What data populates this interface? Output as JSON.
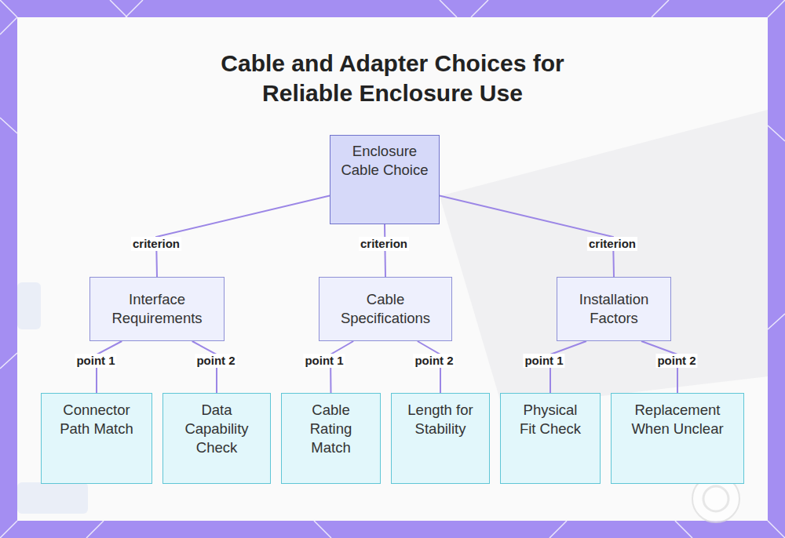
{
  "diagram": {
    "title": "Cable and Adapter Choices for Reliable Enclosure Use",
    "nodes": [
      {
        "text": [
          "Enclosure Cable Choice"
        ]
      },
      {
        "text": [
          "Interface Requirements"
        ]
      },
      {
        "text": [
          "Cable Specifications"
        ]
      },
      {
        "text": [
          "Installation Factors"
        ]
      },
      {
        "text": [
          "Connector Path Match"
        ]
      },
      {
        "text": [
          "Data Capability Check"
        ]
      },
      {
        "text": [
          "Cable Rating Match"
        ]
      },
      {
        "text": [
          "Length for Stability"
        ]
      },
      {
        "text": [
          "Physical Fit Check"
        ]
      },
      {
        "text": [
          "Replacement When Unclear"
        ]
      }
    ],
    "edges": [
      {
        "from": 0,
        "to": 1,
        "label": "criterion",
        "arrow": "none"
      },
      {
        "from": 0,
        "to": 2,
        "label": "criterion",
        "arrow": "none"
      },
      {
        "from": 0,
        "to": 3,
        "label": "criterion",
        "arrow": "none"
      },
      {
        "from": 1,
        "to": 4,
        "label": "point 1",
        "arrow": "none"
      },
      {
        "from": 1,
        "to": 5,
        "label": "point 2",
        "arrow": "none"
      },
      {
        "from": 2,
        "to": 6,
        "label": "point 1",
        "arrow": "none"
      },
      {
        "from": 2,
        "to": 7,
        "label": "point 2",
        "arrow": "none"
      },
      {
        "from": 3,
        "to": 8,
        "label": "point 1",
        "arrow": "none"
      },
      {
        "from": 3,
        "to": 9,
        "label": "point 2",
        "arrow": "none"
      }
    ]
  }
}
